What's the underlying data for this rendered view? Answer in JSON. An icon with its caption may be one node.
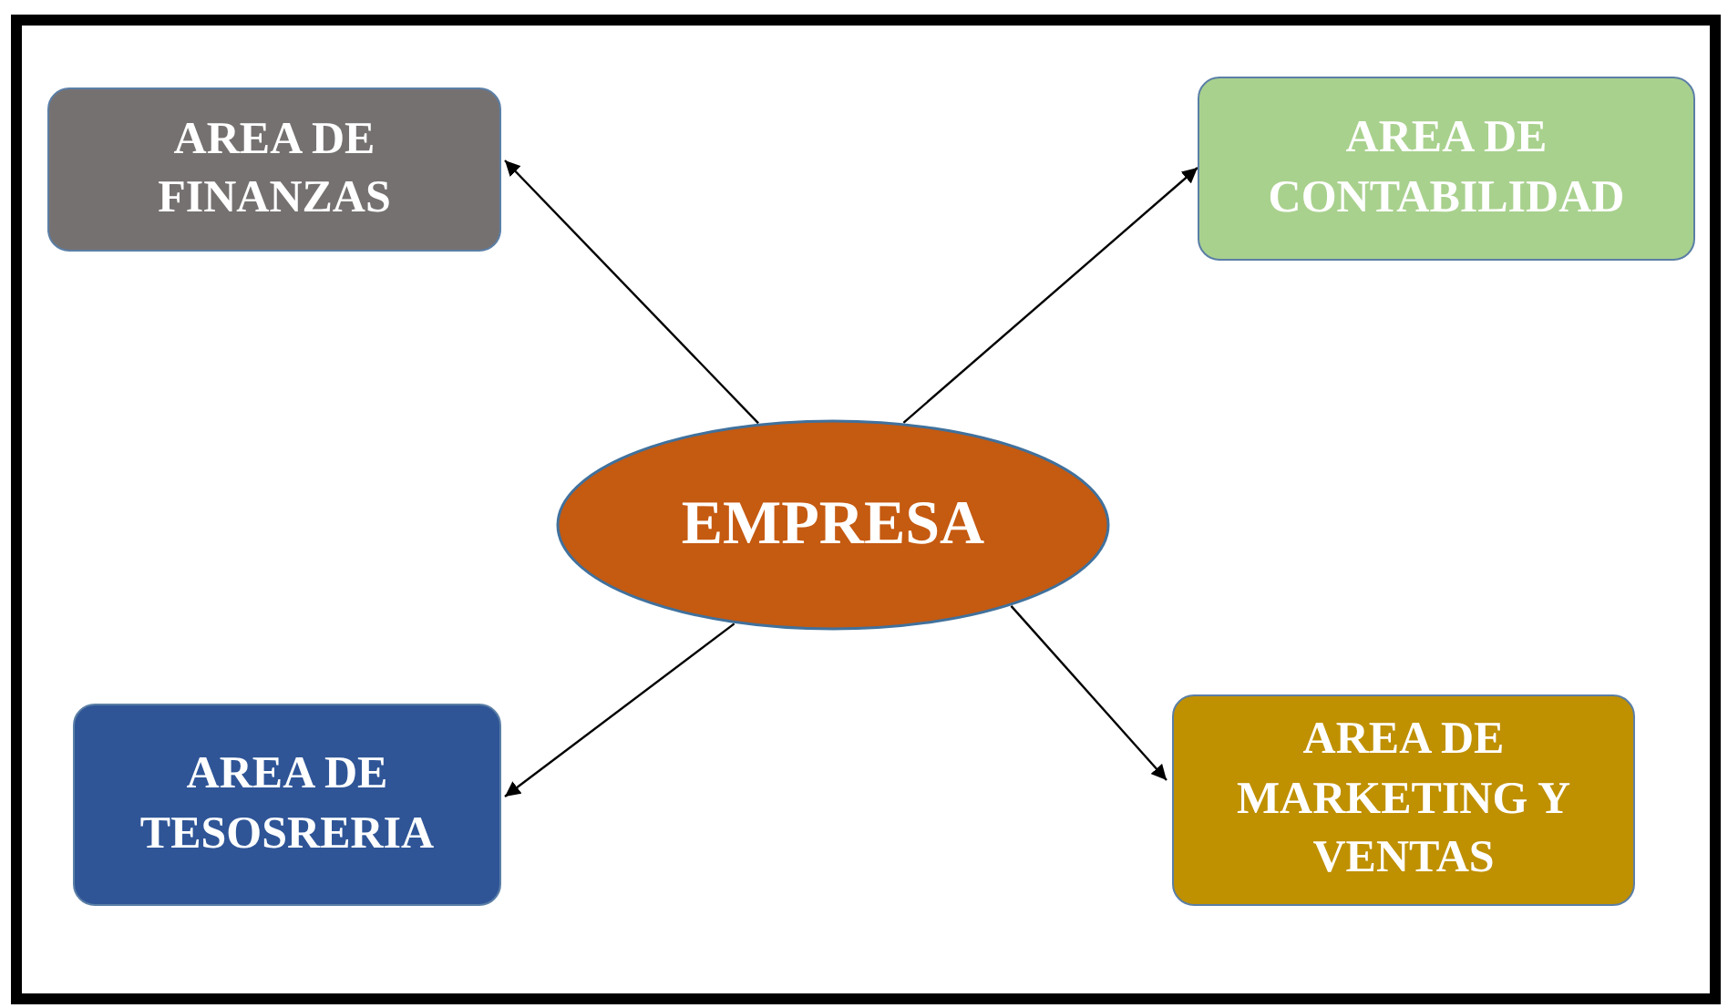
{
  "diagram": {
    "nodes": [
      {
        "text": [
          "AREA DE FINANZAS"
        ]
      },
      {
        "text": [
          "AREA DE CONTABILIDAD"
        ]
      },
      {
        "text": [
          "EMPRESA"
        ]
      },
      {
        "text": [
          "AREA DE TESOSRERIA"
        ]
      },
      {
        "text": [
          "AREA DE MARKETING Y VENTAS"
        ]
      }
    ],
    "edges": [
      {
        "from": 2,
        "to": 0,
        "arrow": "to"
      },
      {
        "from": 2,
        "to": 1,
        "arrow": "to"
      },
      {
        "from": 2,
        "to": 3,
        "arrow": "to"
      },
      {
        "from": 2,
        "to": 4,
        "arrow": "to"
      }
    ]
  }
}
